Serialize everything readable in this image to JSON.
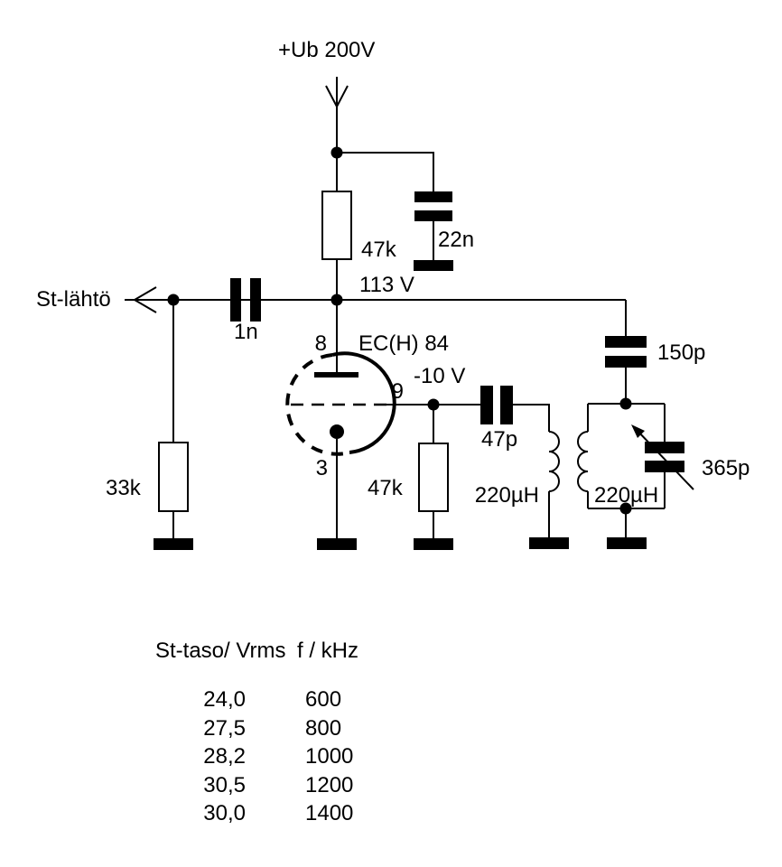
{
  "colors": {
    "ink": "#000000",
    "background": "#ffffff"
  },
  "schematic": {
    "supply_label": "+Ub 200V",
    "node_voltage": "113 V",
    "output_label": "St-lähtö",
    "tube": {
      "name": "EC(H) 84",
      "pin_plate": "8",
      "pin_grid": "9",
      "pin_cathode": "3",
      "grid_voltage": "-10 V"
    },
    "components": {
      "plate_resistor": "47k",
      "decoupling_capacitor": "22n",
      "output_capacitor": "1n",
      "output_load_resistor": "33k",
      "grid_leak_resistor": "47k",
      "grid_capacitor": "47p",
      "feedback_capacitor": "150p",
      "grid_inductor": "220µH",
      "tank_inductor": "220µH",
      "tuning_capacitor": "365p"
    }
  },
  "table": {
    "col1_header": "St-taso/ Vrms",
    "col2_header": "f / kHz",
    "rows": [
      [
        "24,0",
        "600"
      ],
      [
        "27,5",
        "800"
      ],
      [
        "28,2",
        "1000"
      ],
      [
        "30,5",
        "1200"
      ],
      [
        "30,0",
        "1400"
      ]
    ]
  }
}
